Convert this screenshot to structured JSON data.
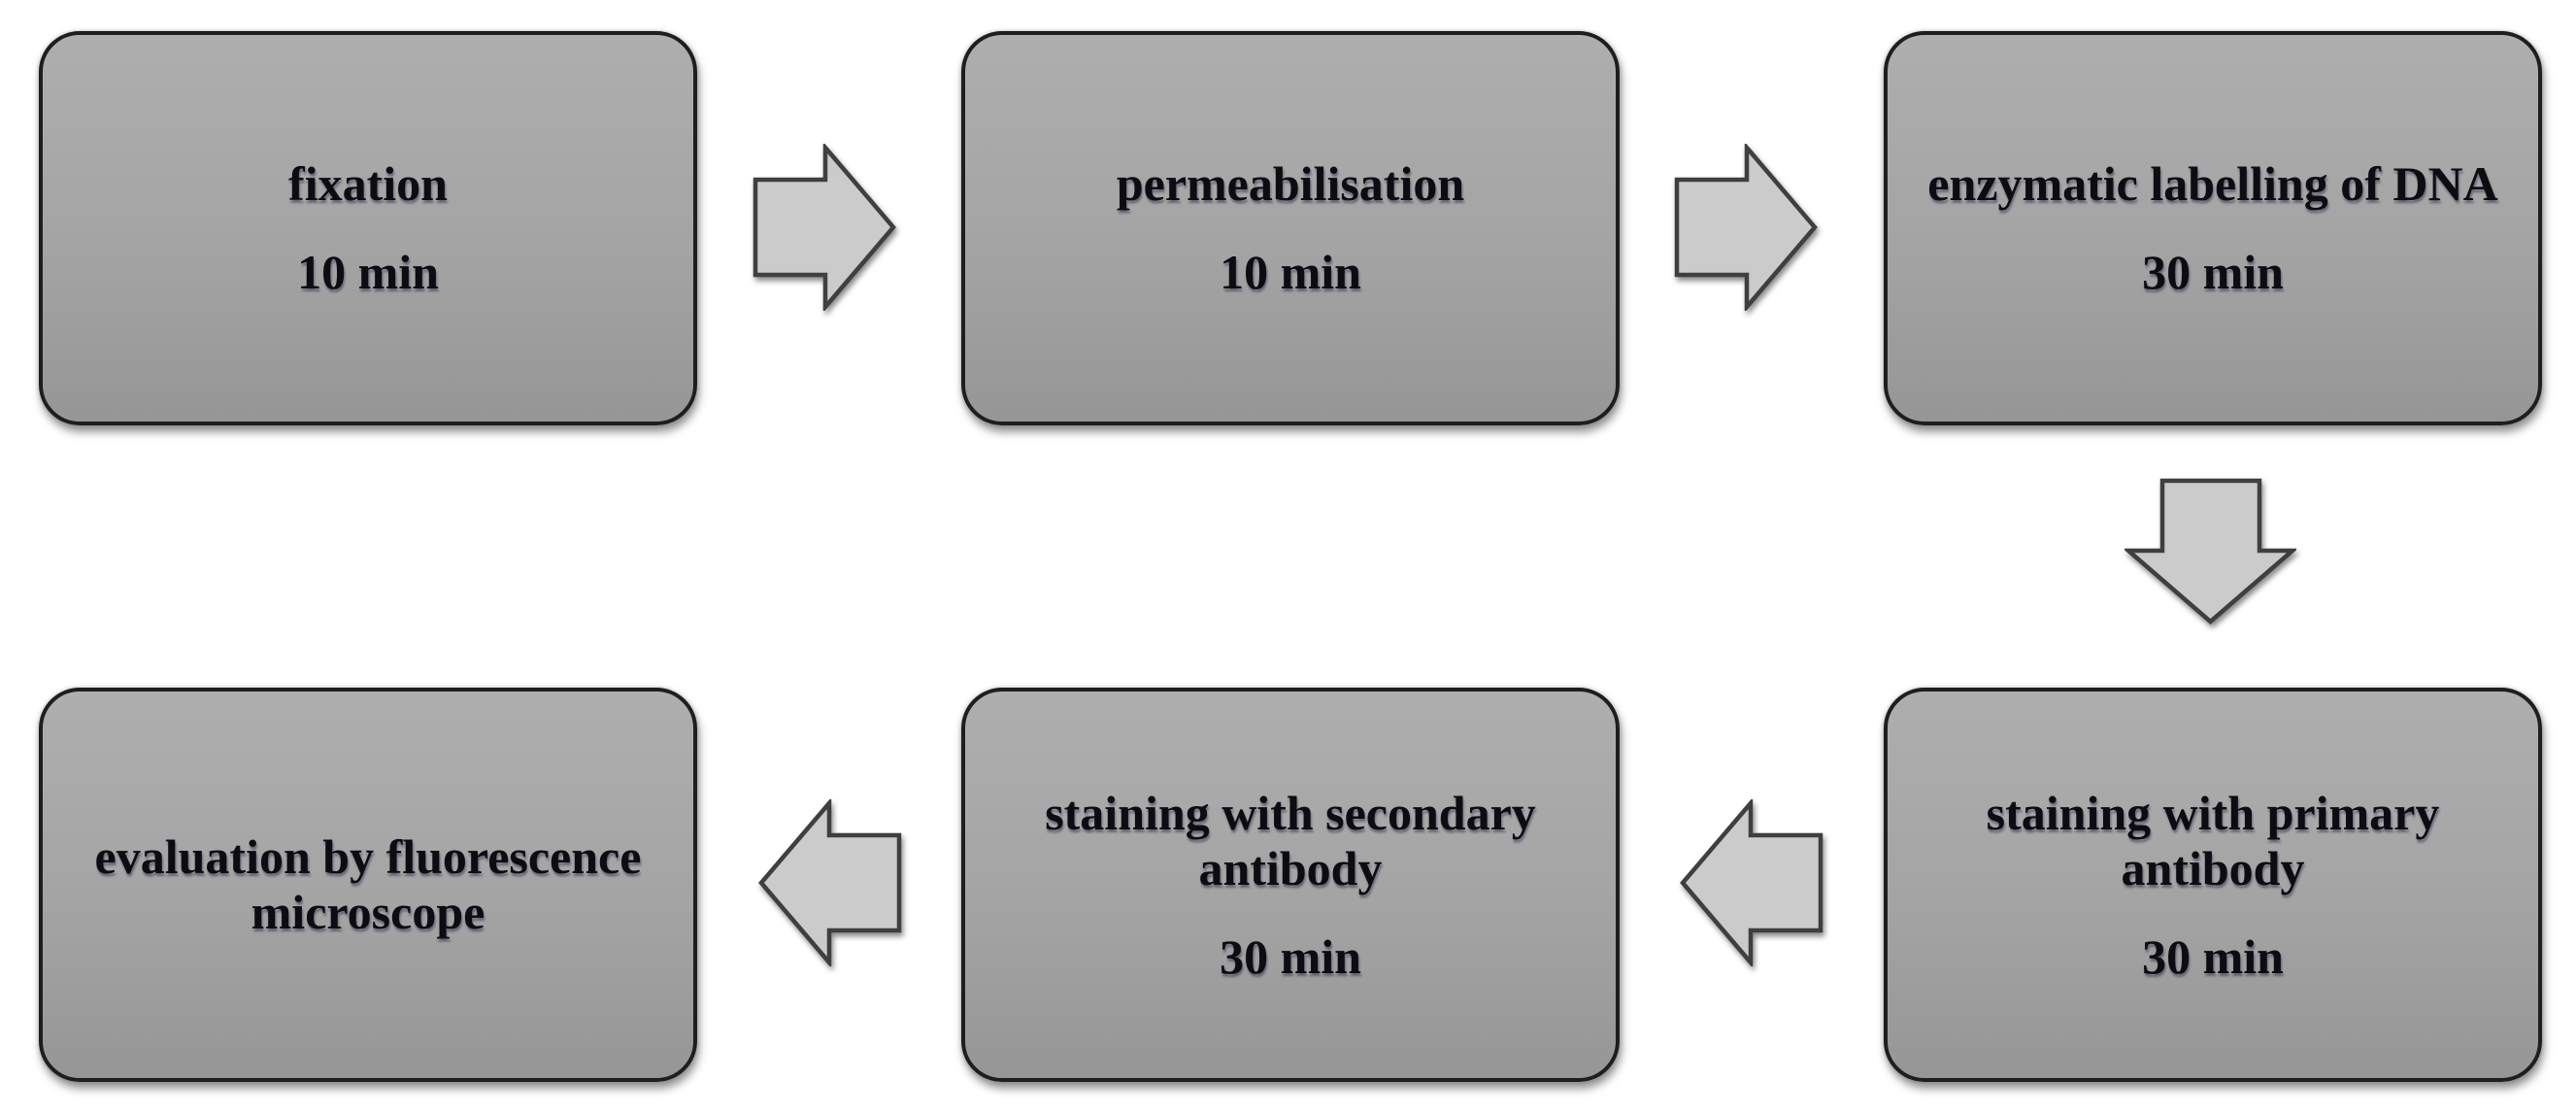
{
  "figure": {
    "type": "flowchart",
    "colors": {
      "background": "#ffffff",
      "box_fill_top": "#aeaeae",
      "box_fill_bottom": "#969696",
      "box_border": "#1e1e1e",
      "arrow_fill": "#cbcbcb",
      "arrow_border": "#3f3f3f",
      "text": "#0c0c12"
    },
    "steps": [
      {
        "label": "fixation",
        "duration": "10 min"
      },
      {
        "label": "permeabilisation",
        "duration": "10 min"
      },
      {
        "label": "enzymatic labelling of DNA",
        "duration": "30 min"
      },
      {
        "label": "staining with primary antibody",
        "duration": "30 min"
      },
      {
        "label": "staining with secondary antibody",
        "duration": "30 min"
      },
      {
        "label": "evaluation by fluorescence microscope",
        "duration": ""
      }
    ],
    "arrows": [
      {
        "from": "fixation",
        "to": "permeabilisation",
        "direction": "right"
      },
      {
        "from": "permeabilisation",
        "to": "enzymatic labelling of DNA",
        "direction": "right"
      },
      {
        "from": "enzymatic labelling of DNA",
        "to": "staining with primary antibody",
        "direction": "down"
      },
      {
        "from": "staining with primary antibody",
        "to": "staining with secondary antibody",
        "direction": "left"
      },
      {
        "from": "staining with secondary antibody",
        "to": "evaluation by fluorescence microscope",
        "direction": "left"
      }
    ]
  }
}
